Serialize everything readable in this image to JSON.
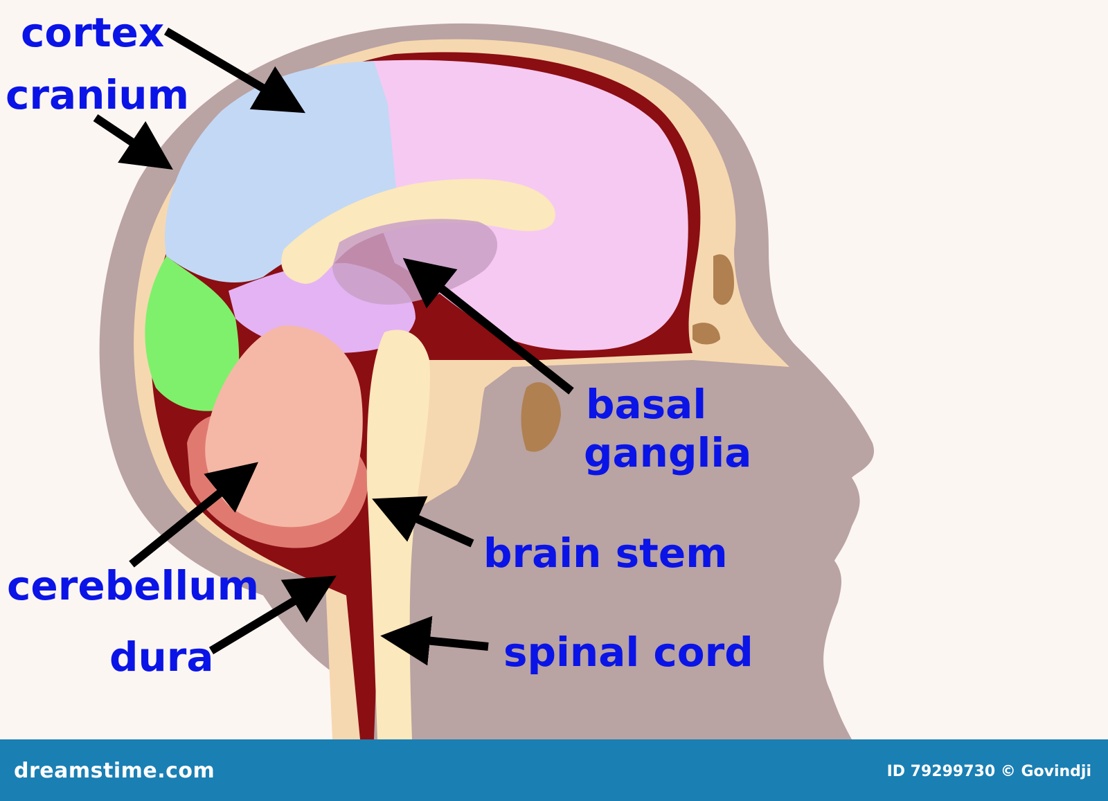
{
  "diagram": {
    "labels": {
      "cortex": "cortex",
      "cranium": "cranium",
      "basal_ganglia_line1": "basal",
      "basal_ganglia_line2": "ganglia",
      "brain_stem": "brain stem",
      "cerebellum": "cerebellum",
      "dura": "dura",
      "spinal_cord": "spinal cord"
    },
    "colors": {
      "label_text": "#0a14e6",
      "head_silhouette": "#b9a3a3",
      "bone": "#f6d8b0",
      "dura": "#8b0e12",
      "frontal_lobe": "#f6c9f2",
      "parietal_lobe": "#c3d8f5",
      "occipital_lobe": "#7ff06b",
      "temporal_lobe": "#e4b3f4",
      "cerebellum": "#f5b8a6",
      "brain_stem": "#fbe8bc",
      "arrow": "#000000"
    }
  },
  "footer": {
    "brand": "dreamstime.com",
    "credit": "ID 79299730 © Govindji",
    "background": "#1a7fb3"
  }
}
